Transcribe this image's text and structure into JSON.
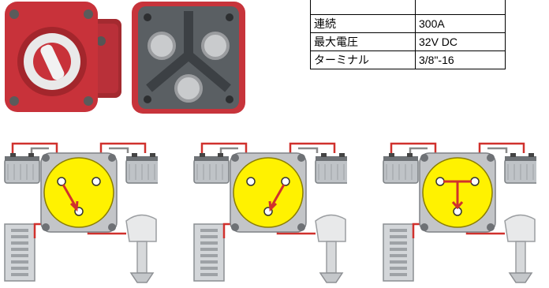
{
  "spec_table": {
    "rows": [
      {
        "label": "",
        "value": ""
      },
      {
        "label": "連続",
        "value": "300A"
      },
      {
        "label": "最大電圧",
        "value": "32V DC"
      },
      {
        "label": "ターミナル",
        "value": "3/8\"-16"
      }
    ]
  },
  "colors": {
    "switch_red": "#c8323a",
    "switch_black": "#5a5f63",
    "wire_red": "#d0312d",
    "wire_gray": "#8a8a8a",
    "dial_yellow": "#fff200",
    "battery_gray": "#bfc3c7"
  },
  "diagrams": [
    {
      "mode": "battery-1"
    },
    {
      "mode": "battery-2"
    },
    {
      "mode": "combine"
    }
  ]
}
